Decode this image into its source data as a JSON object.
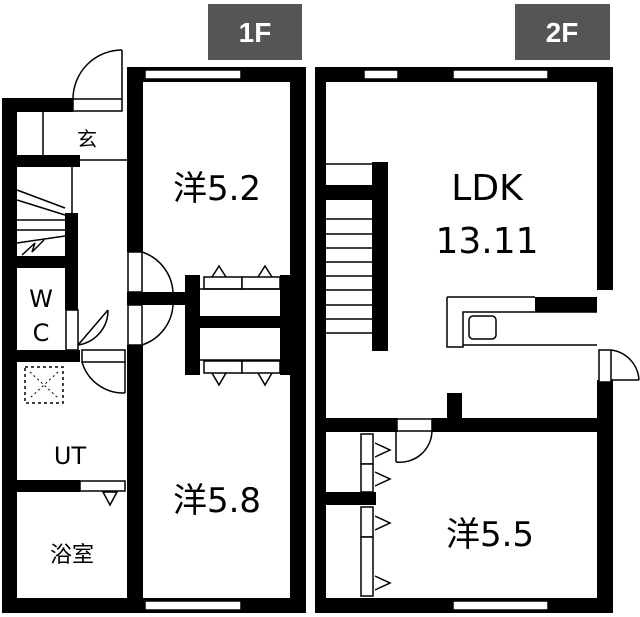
{
  "floors": [
    {
      "label": "1F",
      "rooms": [
        {
          "name": "entrance",
          "label": "玄"
        },
        {
          "name": "bedroom-1",
          "label": "洋5.2"
        },
        {
          "name": "toilet-w",
          "label": "W"
        },
        {
          "name": "toilet-c",
          "label": "C"
        },
        {
          "name": "utility",
          "label": "UT"
        },
        {
          "name": "bedroom-2",
          "label": "洋5.8"
        },
        {
          "name": "bathroom",
          "label": "浴室"
        }
      ]
    },
    {
      "label": "2F",
      "rooms": [
        {
          "name": "ldk",
          "label": "LDK"
        },
        {
          "name": "ldk-size",
          "label": "13.11"
        },
        {
          "name": "bedroom-3",
          "label": "洋5.5"
        }
      ]
    }
  ],
  "colors": {
    "label_bg": "#555555",
    "wall": "#000000"
  }
}
